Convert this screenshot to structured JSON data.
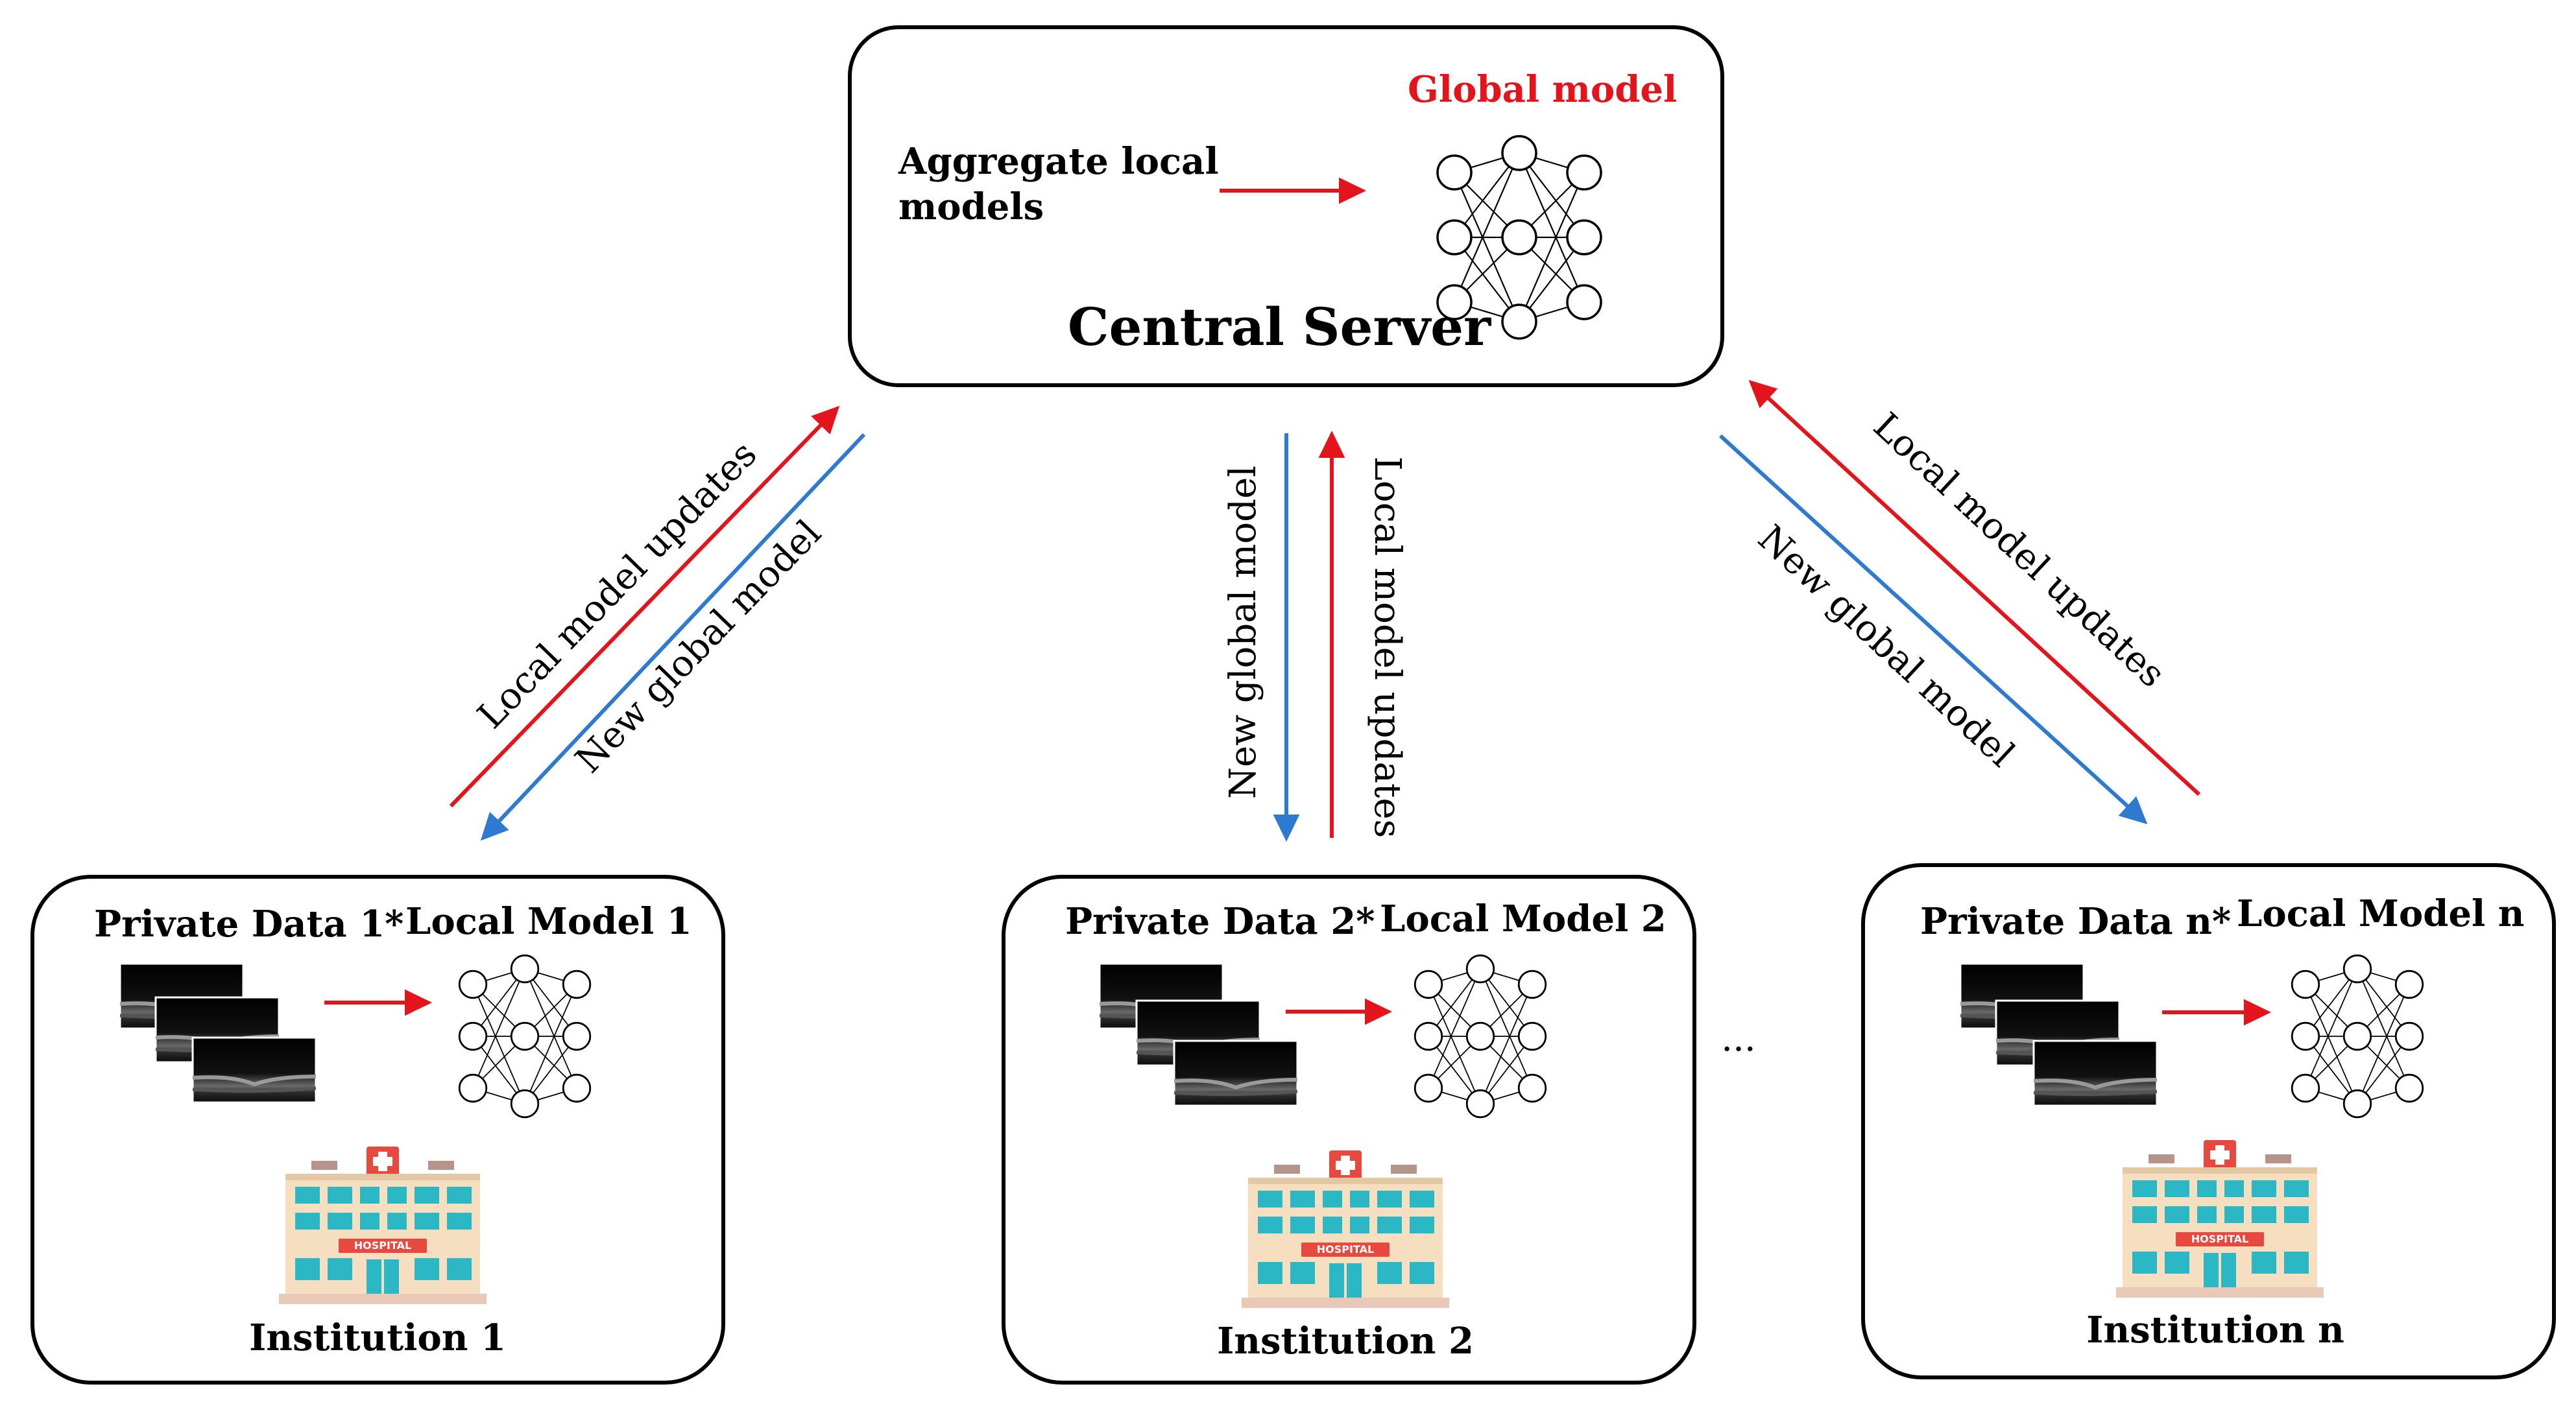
{
  "colors": {
    "red_arrow": "#e3141c",
    "blue_arrow": "#2f7ad1",
    "global_model_text": "#e3141c",
    "box_border": "#000000",
    "hospital_wall": "#f5dfc0",
    "hospital_window": "#2bb7c4",
    "hospital_sign": "#e8493f"
  },
  "server": {
    "title": "Central Server",
    "aggregate_line1": "Aggregate local",
    "aggregate_line2": "models",
    "global_model_label": "Global model",
    "icon": "neural-network-icon"
  },
  "edges": {
    "left_up": "Local model updates",
    "left_down": "New global model",
    "mid_down": "New global model",
    "mid_up": "Local model updates",
    "right_up": "Local model updates",
    "right_down": "New global model"
  },
  "institutions": [
    {
      "data_label": "Private Data 1*",
      "model_label": "Local Model 1",
      "name": "Institution 1",
      "icon": "hospital-icon",
      "hospital_sign": "HOSPITAL"
    },
    {
      "data_label": "Private Data 2*",
      "model_label": "Local Model 2",
      "name": "Institution 2",
      "icon": "hospital-icon",
      "hospital_sign": "HOSPITAL"
    },
    {
      "data_label": "Private Data n*",
      "model_label": "Local Model n",
      "name": "Institution n",
      "icon": "hospital-icon",
      "hospital_sign": "HOSPITAL"
    }
  ],
  "ellipsis": "..."
}
